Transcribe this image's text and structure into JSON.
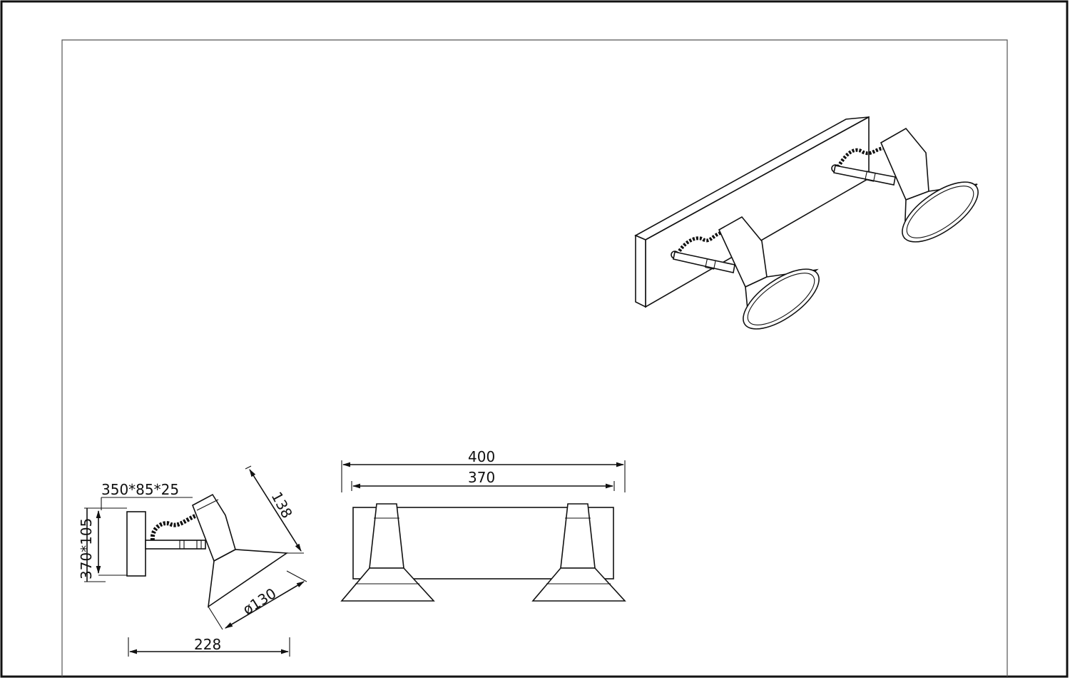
{
  "dimensions": {
    "overall_width": "400",
    "plate_width": "370",
    "plate_size": "350*85*25",
    "height": "370*105",
    "shade_length": "138",
    "shade_diameter": "ø130",
    "depth": "228"
  },
  "colors": {
    "line": "#111111",
    "background": "#ffffff"
  }
}
